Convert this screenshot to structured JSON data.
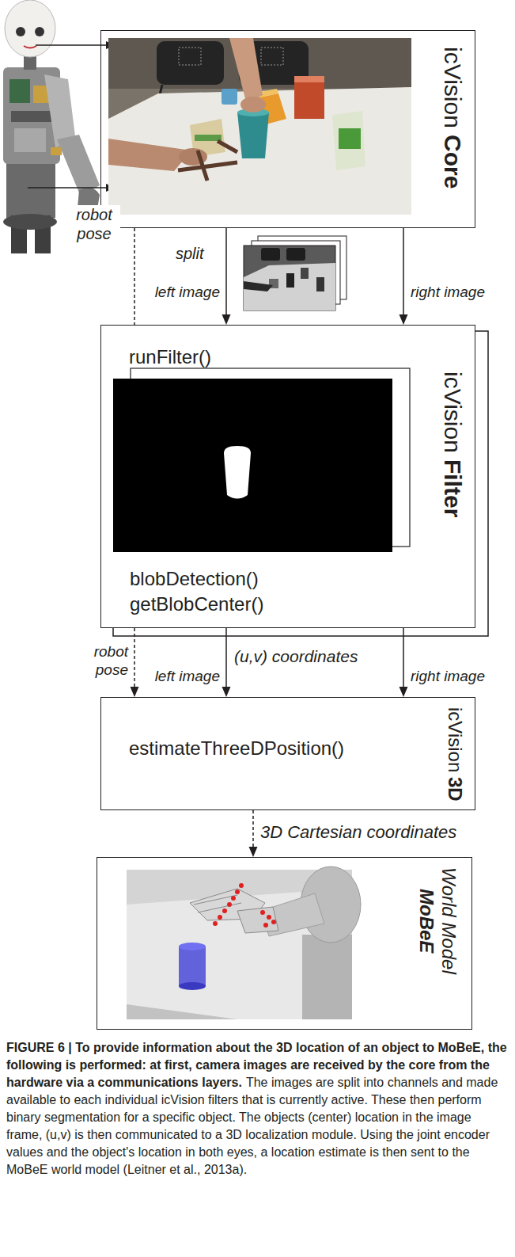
{
  "diagram": {
    "caption": "FIGURE 6 | To provide information about the 3D location of an object to MoBeE, the following is performed: at first, camera images are received by the core from the hardware via a communications layers.",
    "nodes": [
      {
        "text": [
          "icVision",
          "Core"
        ]
      },
      {
        "text": [
          "runFilter()",
          "blobDetection()",
          "getBlobCenter()",
          "icVision",
          "Filter"
        ]
      },
      {
        "text": [
          "estimateThreeDPosition()",
          "icVision",
          "3D"
        ]
      },
      {
        "text": [
          "World Model",
          "MoBeE"
        ]
      }
    ],
    "edges": [
      {
        "from": 0,
        "to": 1,
        "arrow": "none"
      },
      {
        "from": 0,
        "to": 1,
        "label": "left image",
        "arrow": "to"
      },
      {
        "from": 0,
        "to": 1,
        "label": "right image",
        "arrow": "to"
      },
      {
        "from": 1,
        "to": 2,
        "label": "robot pose",
        "arrow": "to"
      },
      {
        "from": 1,
        "to": 2,
        "label": "left image",
        "arrow": "to"
      },
      {
        "from": 1,
        "to": 2,
        "label": "right image",
        "arrow": "to"
      },
      {
        "from": 2,
        "to": 3,
        "label": "3D Cartesian coordinates",
        "arrow": "to"
      }
    ],
    "labels": [
      "robot pose",
      "split",
      "(u,v) coordinates",
      "The images are split into channels and made available to each individual icVision filters that is currently active. These then perform binary segmentation for a specific object. The objects (center) location in the image frame, (u,v) is then communicated to a 3D localization module. Using the joint encoder values and the object's location in both eyes, a location estimate is then sent to the MoBeE world model (Leitner et al., 2013a)."
    ]
  }
}
